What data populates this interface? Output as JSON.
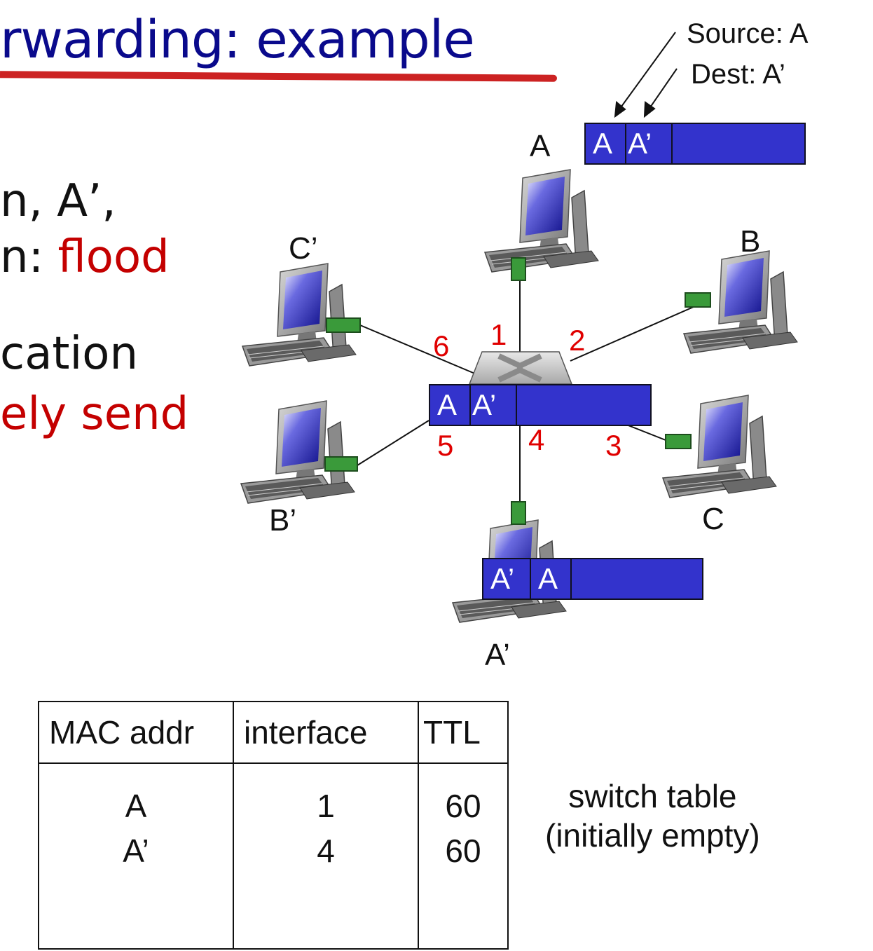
{
  "title": "rwarding: example",
  "bullets": {
    "line1": "n, A’,",
    "line2_black": "n:",
    "line2_red": "flood",
    "line3": "cation",
    "line4_red": "ely send"
  },
  "hosts": {
    "A": "A",
    "B": "B",
    "C": "C",
    "A_prime": "A’",
    "B_prime": "B’",
    "C_prime": "C’"
  },
  "ports": [
    "1",
    "2",
    "3",
    "4",
    "5",
    "6"
  ],
  "annotation": {
    "source": "Source: A",
    "dest": "Dest: A’"
  },
  "frames": {
    "top": [
      "A",
      "A’"
    ],
    "switch": [
      "A",
      "A’"
    ],
    "bottom": [
      "A’",
      "A"
    ]
  },
  "switch_table": {
    "headers": [
      "MAC addr",
      "interface",
      "TTL"
    ],
    "rows": [
      {
        "mac": "A",
        "interface": "1",
        "ttl": "60"
      },
      {
        "mac": "A’",
        "interface": "4",
        "ttl": "60"
      }
    ],
    "caption_line1": "switch table",
    "caption_line2": "(initially empty)"
  },
  "colors": {
    "title": "#0a0a8c",
    "highlight_red": "#c40000",
    "port_red": "#e00000",
    "frame_blue": "#3333cc",
    "nic_green": "#3a9a3a"
  }
}
